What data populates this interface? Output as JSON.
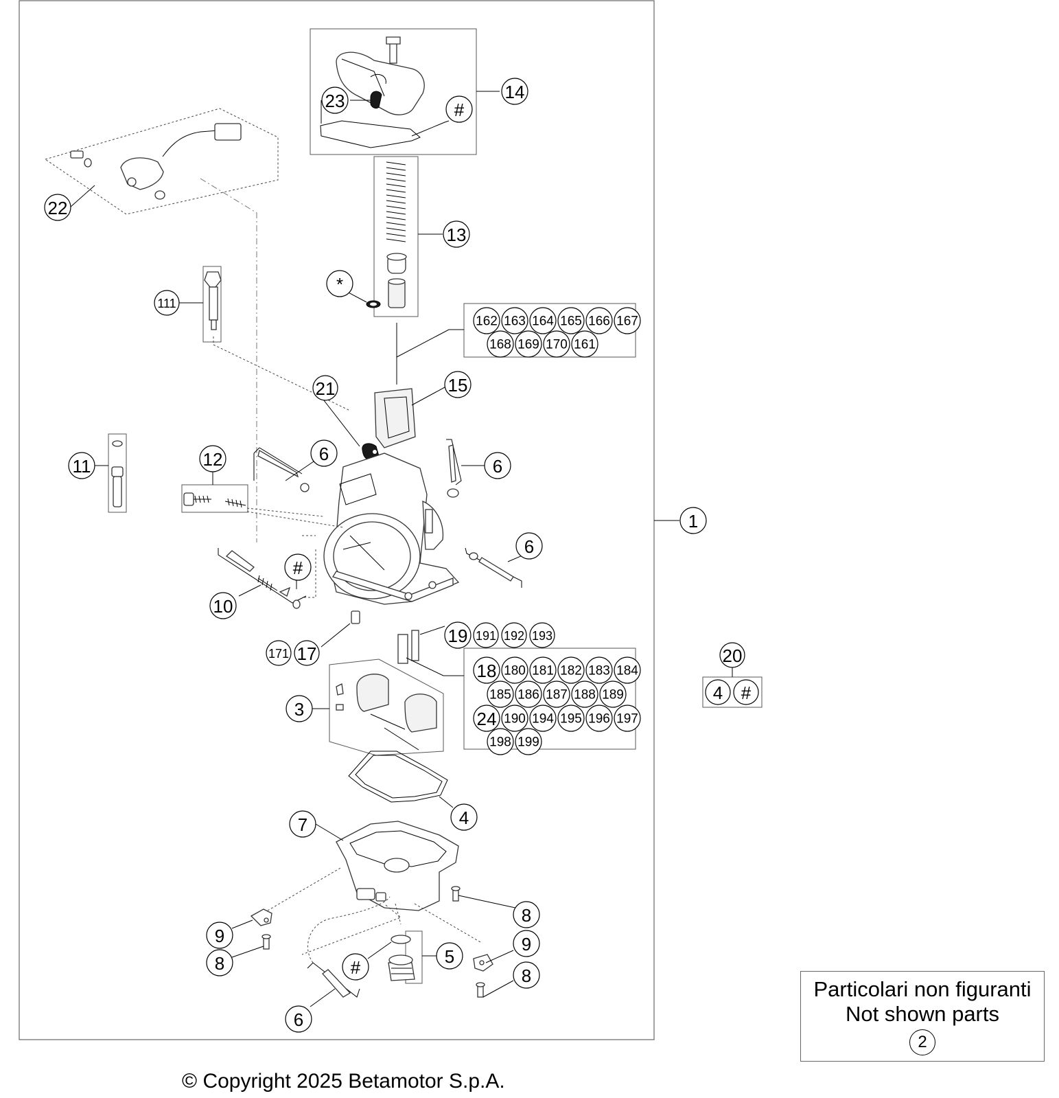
{
  "callouts": [
    {
      "id": "c14",
      "label": "14"
    },
    {
      "id": "c23",
      "label": "23"
    },
    {
      "id": "chash1",
      "label": "#"
    },
    {
      "id": "c22",
      "label": "22"
    },
    {
      "id": "c13",
      "label": "13"
    },
    {
      "id": "cstar",
      "label": "*"
    },
    {
      "id": "c111",
      "label": "111"
    },
    {
      "id": "c21",
      "label": "21"
    },
    {
      "id": "c15",
      "label": "15"
    },
    {
      "id": "c11",
      "label": "11"
    },
    {
      "id": "c12",
      "label": "12"
    },
    {
      "id": "c6a",
      "label": "6"
    },
    {
      "id": "c6b",
      "label": "6"
    },
    {
      "id": "c1",
      "label": "1"
    },
    {
      "id": "c6c",
      "label": "6"
    },
    {
      "id": "chash2",
      "label": "#"
    },
    {
      "id": "c10",
      "label": "10"
    },
    {
      "id": "c171",
      "label": "171"
    },
    {
      "id": "c17",
      "label": "17"
    },
    {
      "id": "c19",
      "label": "19"
    },
    {
      "id": "c191",
      "label": "191"
    },
    {
      "id": "c192",
      "label": "192"
    },
    {
      "id": "c193",
      "label": "193"
    },
    {
      "id": "c20",
      "label": "20"
    },
    {
      "id": "c4b",
      "label": "4"
    },
    {
      "id": "chash4",
      "label": "#"
    },
    {
      "id": "c3",
      "label": "3"
    },
    {
      "id": "c4",
      "label": "4"
    },
    {
      "id": "c7",
      "label": "7"
    },
    {
      "id": "c8a",
      "label": "8"
    },
    {
      "id": "c9a",
      "label": "9"
    },
    {
      "id": "c8b",
      "label": "8"
    },
    {
      "id": "chash3",
      "label": "#"
    },
    {
      "id": "c5",
      "label": "5"
    },
    {
      "id": "c9b",
      "label": "9"
    },
    {
      "id": "c8c",
      "label": "8"
    },
    {
      "id": "c6d",
      "label": "6"
    }
  ],
  "needle_group": [
    "162",
    "163",
    "164",
    "165",
    "166",
    "167",
    "168",
    "169",
    "170",
    "161"
  ],
  "jet_group": [
    "18",
    "180",
    "181",
    "182",
    "183",
    "184",
    "185",
    "186",
    "187",
    "188",
    "189",
    "24",
    "190",
    "194",
    "195",
    "196",
    "197",
    "198",
    "199"
  ],
  "not_shown": {
    "line1": "Particolari non figuranti",
    "line2": "Not shown parts",
    "number": "2"
  },
  "copyright": "© Copyright 2025 Betamotor S.p.A."
}
